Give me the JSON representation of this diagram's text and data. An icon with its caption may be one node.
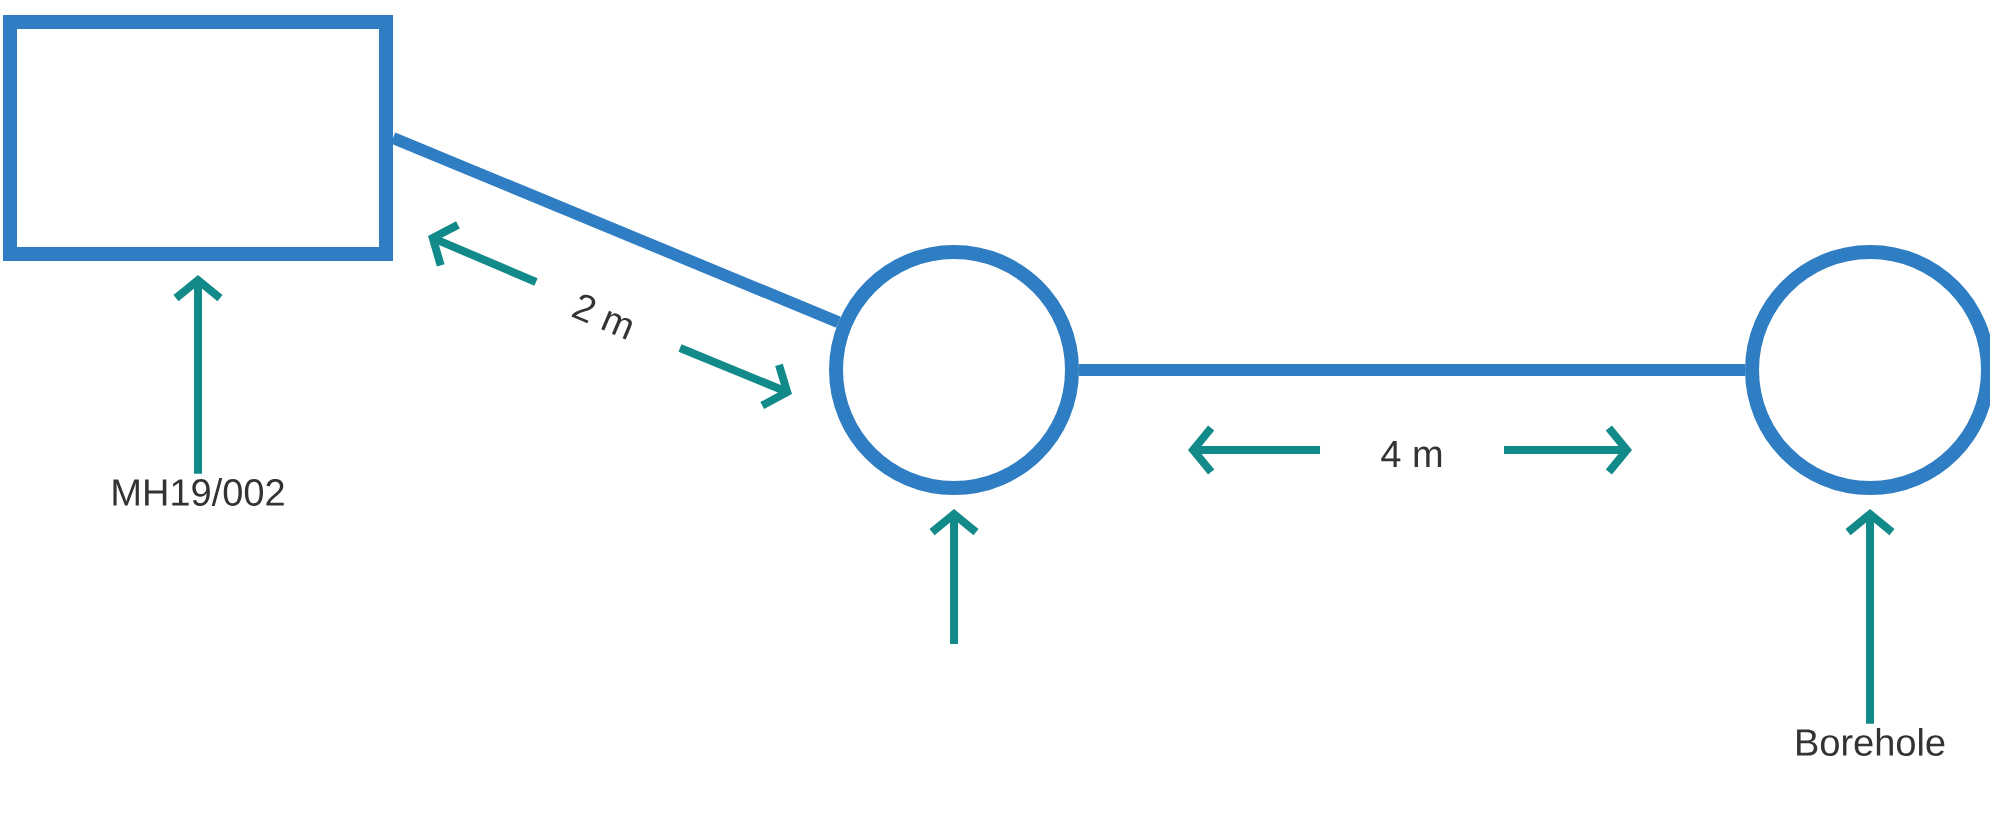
{
  "diagram": {
    "nodes": [
      {
        "text": [],
        "shape": "box"
      },
      {
        "text": [],
        "shape": "circle"
      },
      {
        "text": [],
        "shape": "circle"
      },
      {
        "text": [
          "MH19/002"
        ]
      },
      {
        "text": [
          "Borehole"
        ]
      }
    ],
    "edges": [
      {
        "from": 0,
        "to": 1,
        "arrow": "none",
        "color": "#2f7dc2"
      },
      {
        "from": 1,
        "to": 2,
        "arrow": "none",
        "color": "#2f7dc2"
      },
      {
        "from": 3,
        "to": 0,
        "arrow": "to"
      },
      {
        "from": null,
        "to": 1,
        "arrow": "to"
      },
      {
        "from": 4,
        "to": 2,
        "arrow": "to"
      }
    ],
    "labels": [
      "2 m",
      "4 m"
    ]
  }
}
